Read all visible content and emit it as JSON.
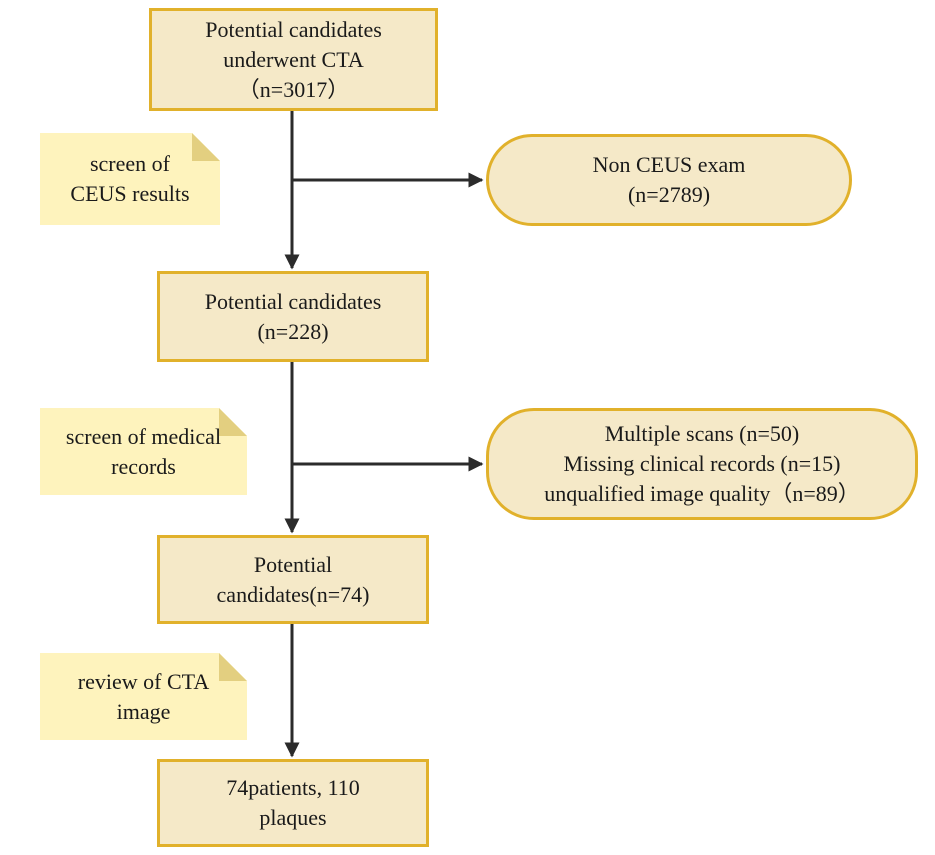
{
  "boxes": {
    "b1": [
      "Potential candidates",
      "underwent CTA",
      "（n=3017）"
    ],
    "b2": [
      "Potential candidates",
      "(n=228)"
    ],
    "b3": [
      "Potential",
      "candidates(n=74)"
    ],
    "b4": [
      "74patients, 110",
      "plaques"
    ]
  },
  "exclusions": {
    "e1": [
      "Non CEUS exam",
      "(n=2789)"
    ],
    "e2": [
      "Multiple scans (n=50)",
      "Missing clinical records (n=15)",
      "unqualified image quality（n=89）"
    ]
  },
  "notes": {
    "n1": [
      "screen of",
      "CEUS results"
    ],
    "n2": [
      "screen of medical",
      "records"
    ],
    "n3": [
      "review of CTA",
      "image"
    ]
  },
  "colors": {
    "box_fill": "#f5e9c8",
    "box_border": "#e1b12b",
    "note_fill": "#fef3bd",
    "note_fold": "#e3cf80",
    "arrow": "#2b2b2b"
  }
}
